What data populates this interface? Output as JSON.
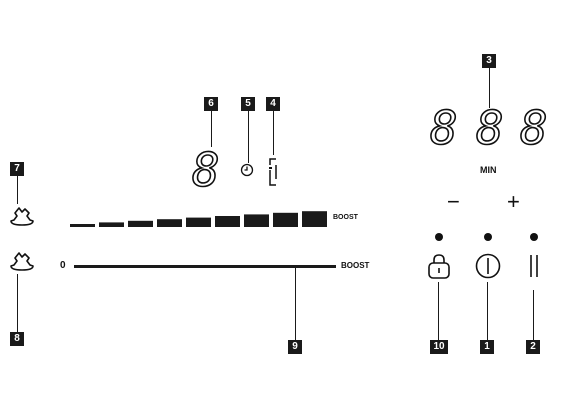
{
  "callouts": {
    "c1": "1",
    "c2": "2",
    "c3": "3",
    "c4": "4",
    "c5": "5",
    "c6": "6",
    "c7": "7",
    "c8": "8",
    "c9": "9",
    "c10": "10"
  },
  "power_display": {
    "digit": "8"
  },
  "timer_display": {
    "digits": [
      "8",
      "8",
      "8"
    ],
    "unit_label": "MIN"
  },
  "power_bar": {
    "boost_label": "BOOST",
    "segment_count": 9
  },
  "slider": {
    "zero_label": "0",
    "boost_label": "BOOST"
  },
  "timer_controls": {
    "minus_label": "−",
    "plus_label": "+"
  },
  "icons": [
    "cookzone-heat-icon",
    "cookzone-icon",
    "timer-clock-icon",
    "bridge-zone-icon",
    "lock-icon",
    "power-icon",
    "pause-icon"
  ]
}
